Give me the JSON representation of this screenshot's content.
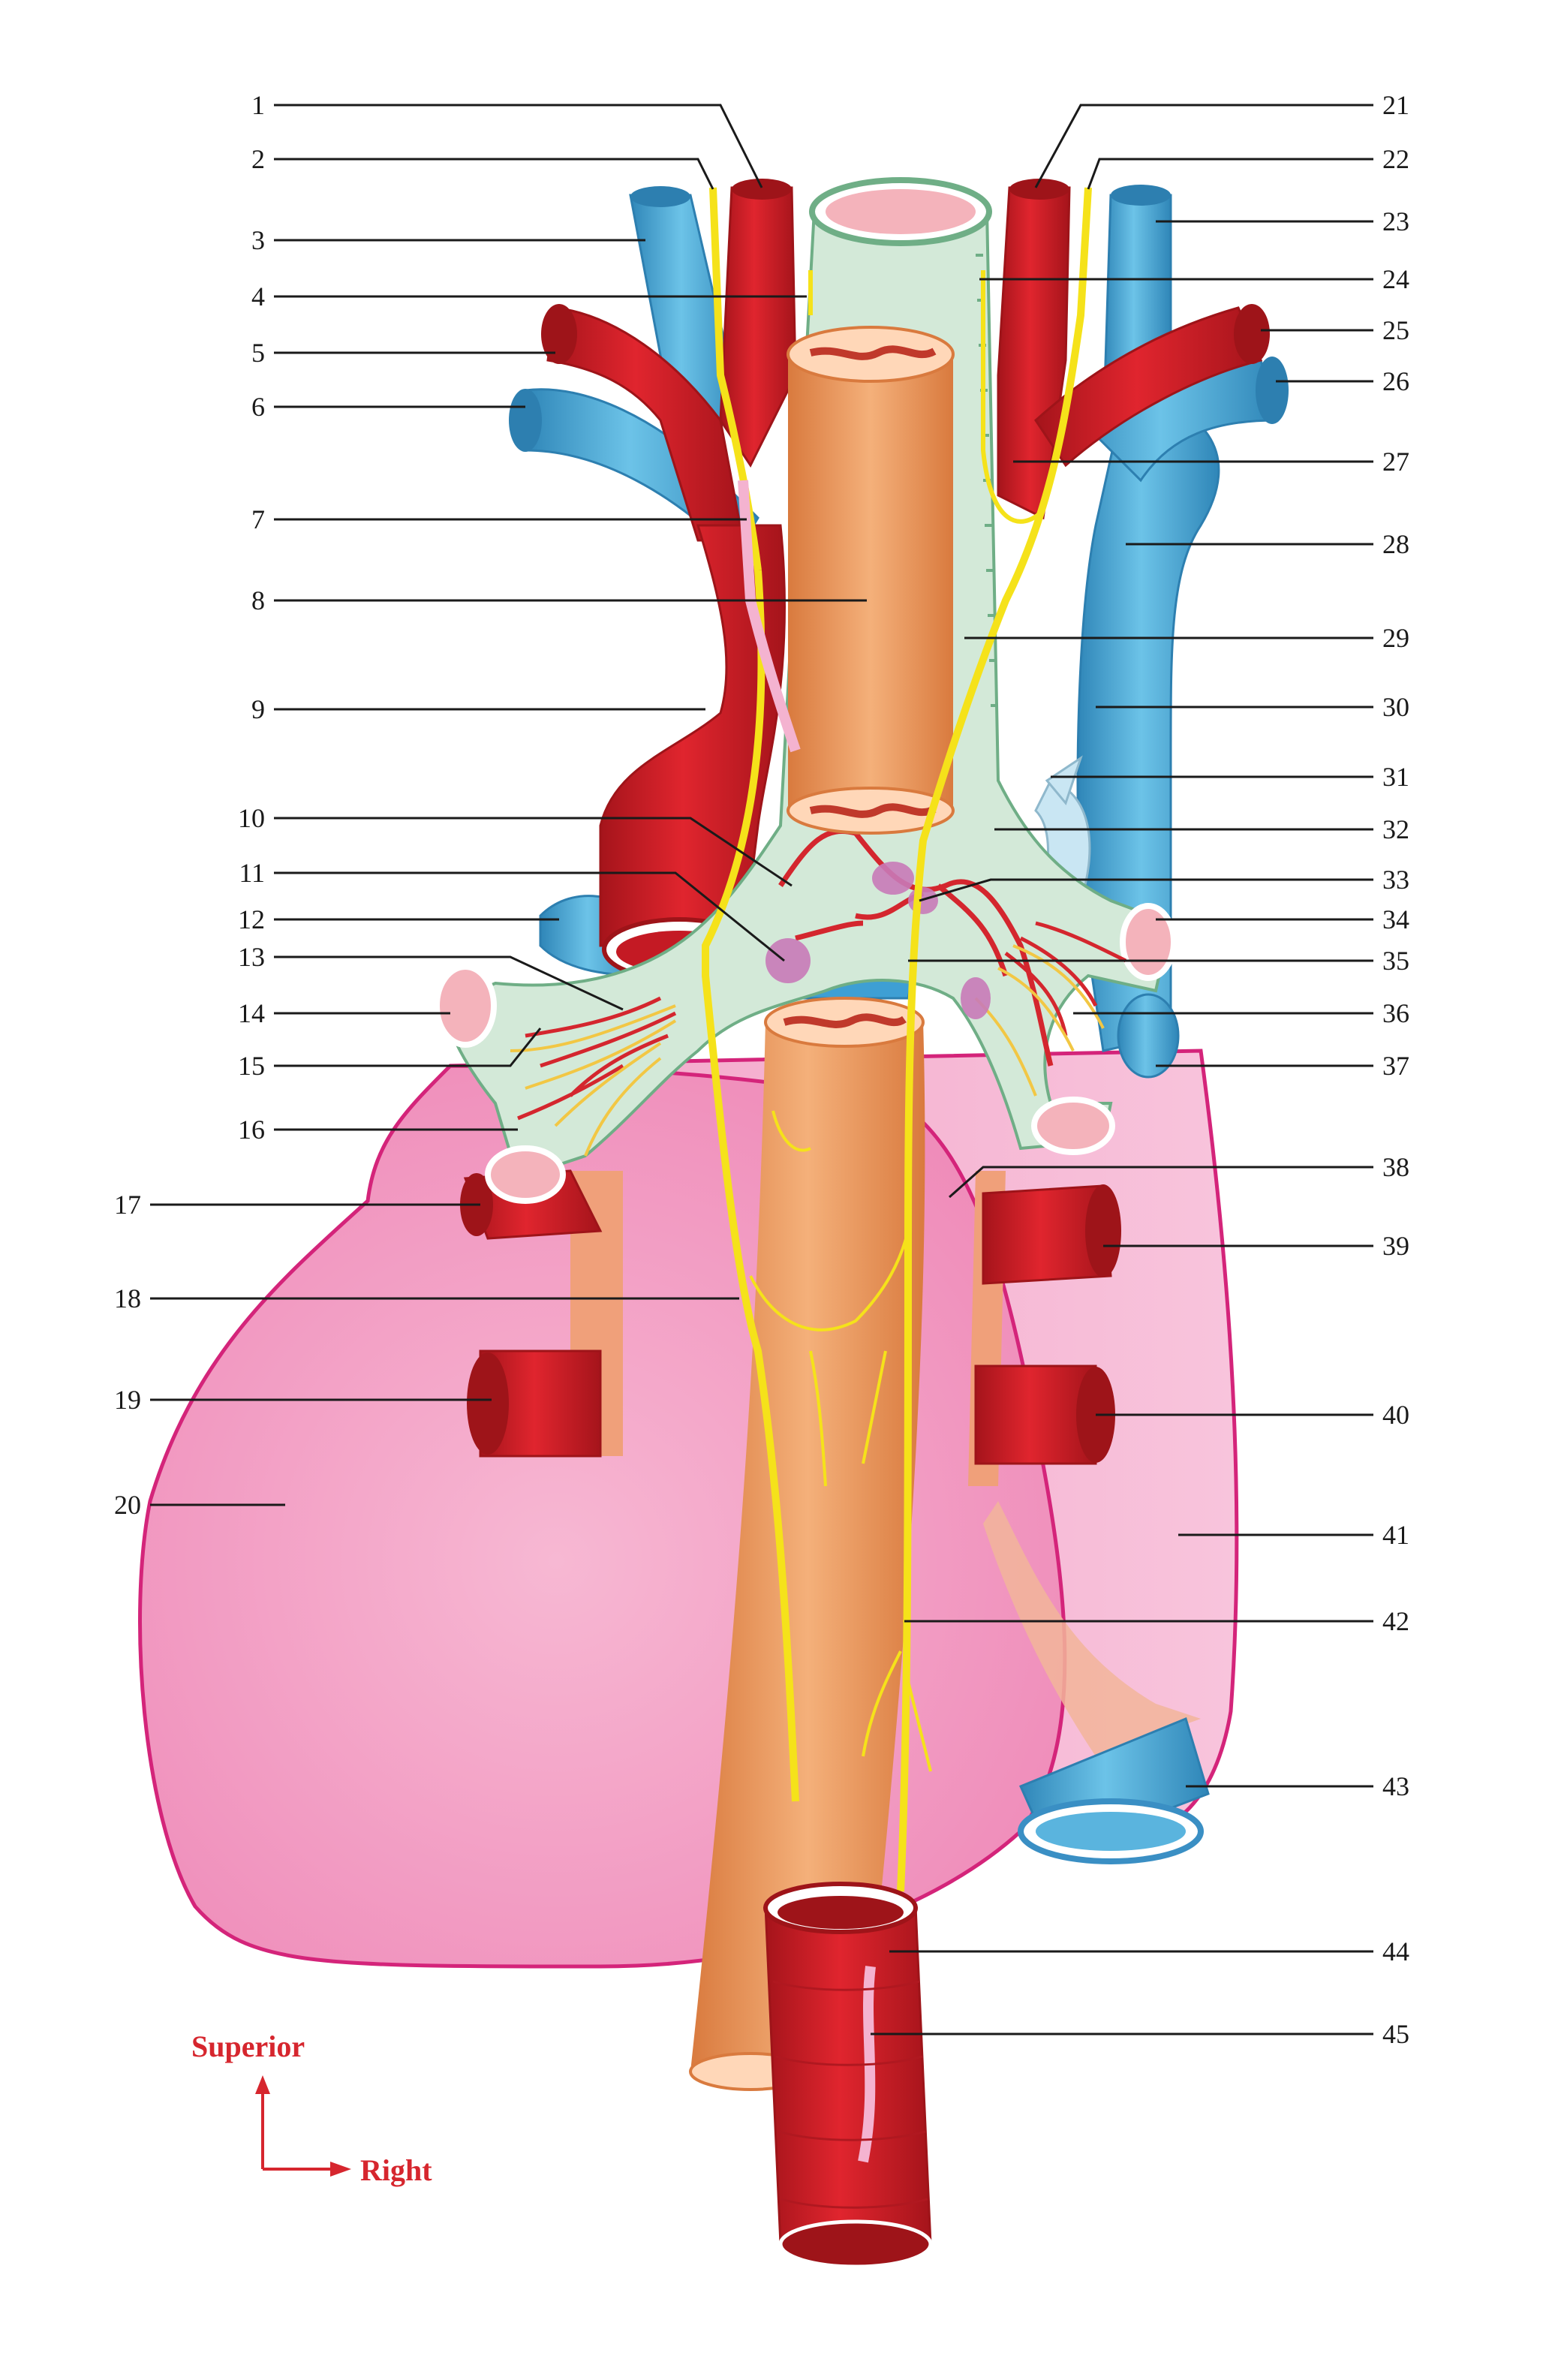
{
  "labels": {
    "left": [
      "1",
      "2",
      "3",
      "4",
      "5",
      "6",
      "7",
      "8",
      "9",
      "10",
      "11",
      "12",
      "13",
      "14",
      "15",
      "16",
      "17",
      "18",
      "19",
      "20"
    ],
    "right": [
      "21",
      "22",
      "23",
      "24",
      "25",
      "26",
      "27",
      "28",
      "29",
      "30",
      "31",
      "32",
      "33",
      "34",
      "35",
      "36",
      "37",
      "38",
      "39",
      "40",
      "41",
      "42",
      "43",
      "44",
      "45"
    ]
  },
  "orientation": {
    "superior": "Superior",
    "right": "Right"
  },
  "colors": {
    "artery": "#d0202a",
    "artery_dark": "#9e1419",
    "vein": "#5ab4de",
    "vein_dark": "#2d7fb0",
    "nerve": "#f5e21a",
    "esophagus": "#f0a56a",
    "trachea": "#cfe6d4",
    "heart": "#f29bc4",
    "heart_outline": "#d4247a",
    "lymph_node": "#c87ab8",
    "orientation_text": "#d6262e"
  }
}
